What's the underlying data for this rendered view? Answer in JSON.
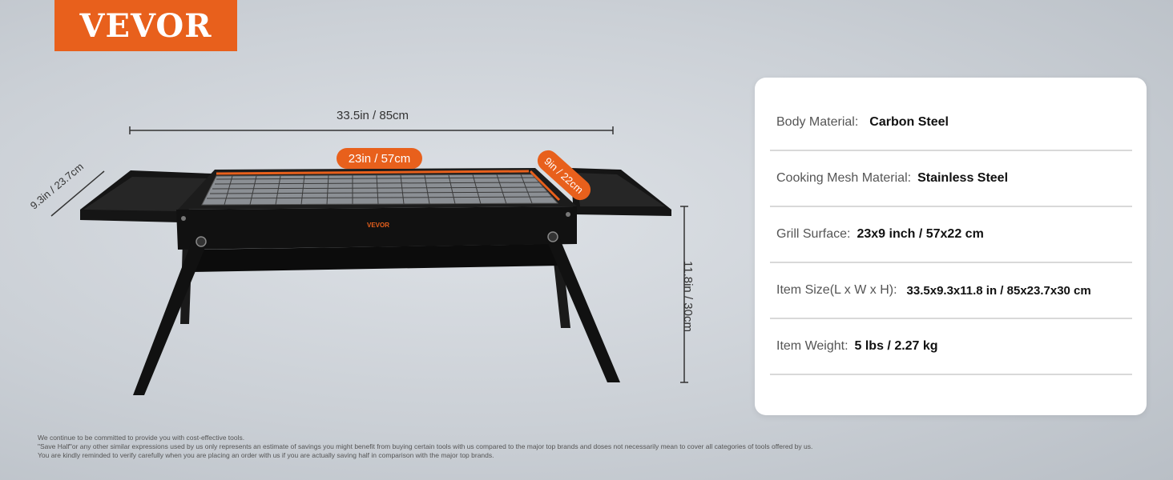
{
  "brand": {
    "logo_text": "VEVOR",
    "logo_color": "#e8601c",
    "product_label": "VEVOR"
  },
  "dimensions": {
    "length": "33.5in / 85cm",
    "grill_length": "23in / 57cm",
    "grill_width": "9in / 22cm",
    "depth": "9.3in / 23.7cm",
    "height": "11.8in / 30cm"
  },
  "specs": [
    {
      "label": "Body Material:",
      "value": "Carbon Steel"
    },
    {
      "label": "Cooking Mesh Material:",
      "value": "Stainless Steel"
    },
    {
      "label": "Grill Surface:",
      "value": "23x9 inch / 57x22 cm"
    },
    {
      "label": "Item Size(L x W x H):",
      "value": "33.5x9.3x11.8 in / 85x23.7x30 cm"
    },
    {
      "label": "Item Weight:",
      "value": "5 lbs / 2.27 kg"
    }
  ],
  "disclaimer": {
    "line1": "We continue to be committed to provide you with cost-effective tools.",
    "line2": "\"Save Half\"or any other similar expressions used by us only represents an estimate of savings you might benefit from buying certain tools with us compared to the major top brands and doses not necessarily mean to cover all categories of tools offered by us.",
    "line3": "You are kindly reminded to verify carefully when you are placing an order with us if you are actually saving half in comparison with the major top brands."
  }
}
